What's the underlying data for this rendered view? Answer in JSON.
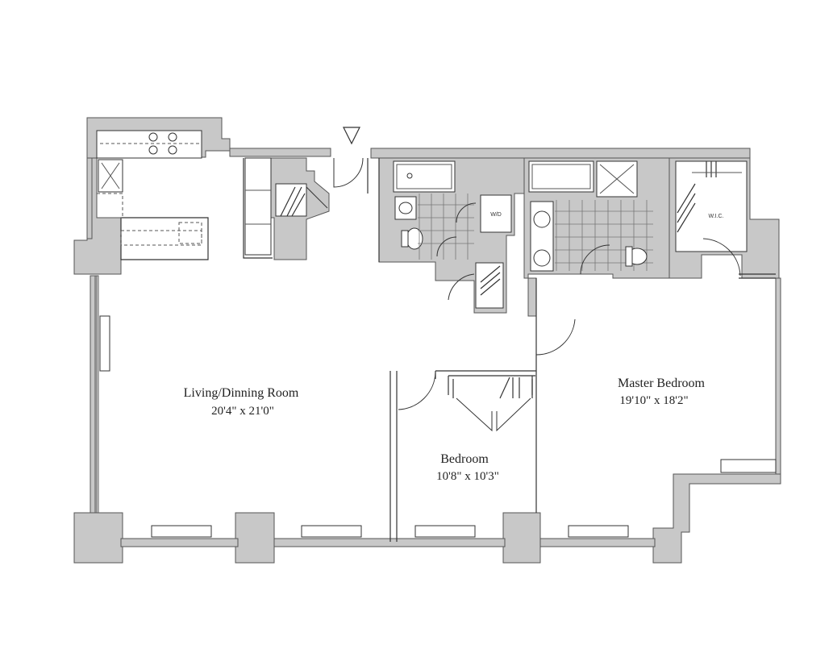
{
  "rooms": {
    "living": {
      "name": "Living/Dinning Room",
      "dims": "20'4\" x 21'0\""
    },
    "bedroom": {
      "name": "Bedroom",
      "dims": "10'8\" x 10'3\""
    },
    "master": {
      "name": "Master Bedroom",
      "dims": "19'10\" x 18'2\""
    }
  },
  "labels": {
    "washer_dryer": "W/D",
    "walk_in_closet": "W.I.C."
  },
  "colors": {
    "wall": "#c8c8c8",
    "line": "#333333"
  }
}
